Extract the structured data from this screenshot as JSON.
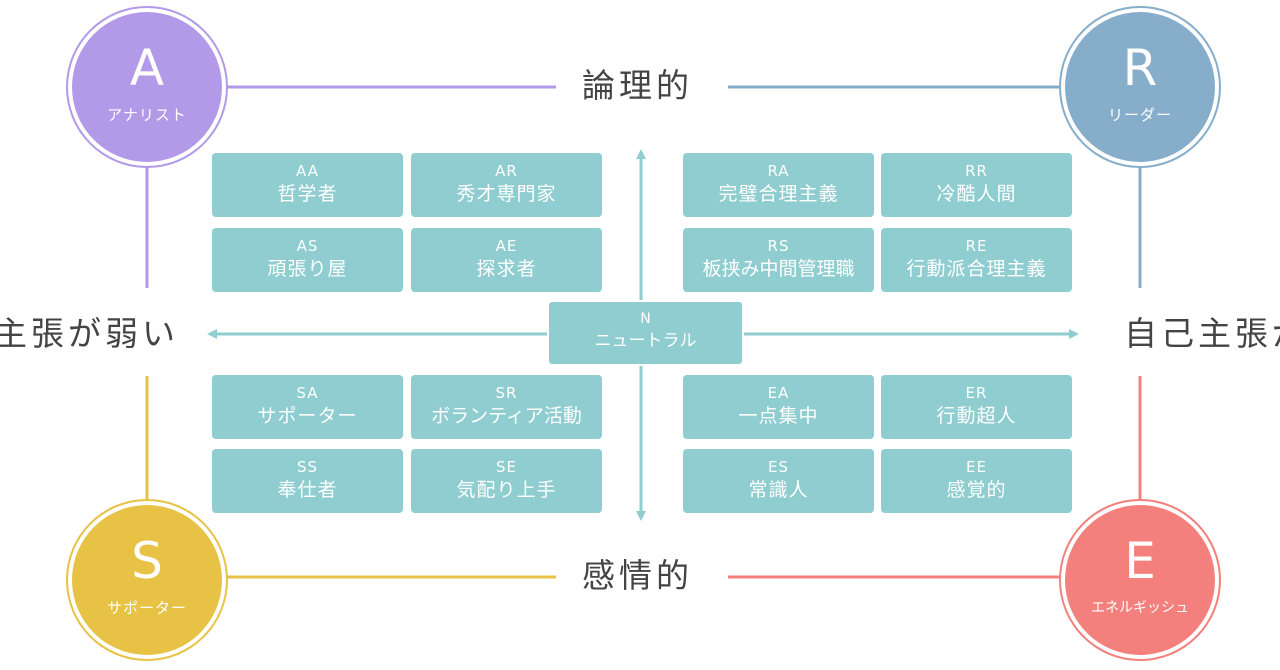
{
  "colors": {
    "analyst": "#b39ae8",
    "leader": "#86aecb",
    "supporter": "#e8c245",
    "energetic": "#f3807c",
    "box": "#8fcdd0",
    "axis_text": "#444444"
  },
  "quadrants": {
    "analyst": {
      "letter": "A",
      "label": "アナリスト"
    },
    "leader": {
      "letter": "R",
      "label": "リーダー"
    },
    "supporter": {
      "letter": "S",
      "label": "サポーター"
    },
    "energetic": {
      "letter": "E",
      "label": "エネルギッシュ"
    }
  },
  "axis_labels": {
    "top": "論理的",
    "bottom": "感情的",
    "left": "主張が弱い",
    "right": "自己主張が"
  },
  "center": {
    "code": "N",
    "label": "ニュートラル"
  },
  "types": {
    "AA": {
      "code": "AA",
      "name": "哲学者"
    },
    "AR": {
      "code": "AR",
      "name": "秀才専門家"
    },
    "AS": {
      "code": "AS",
      "name": "頑張り屋"
    },
    "AE": {
      "code": "AE",
      "name": "探求者"
    },
    "RA": {
      "code": "RA",
      "name": "完璧合理主義"
    },
    "RR": {
      "code": "RR",
      "name": "冷酷人間"
    },
    "RS": {
      "code": "RS",
      "name": "板挟み中間管理職"
    },
    "RE": {
      "code": "RE",
      "name": "行動派合理主義"
    },
    "SA": {
      "code": "SA",
      "name": "サポーター"
    },
    "SR": {
      "code": "SR",
      "name": "ボランティア活動"
    },
    "SS": {
      "code": "SS",
      "name": "奉仕者"
    },
    "SE": {
      "code": "SE",
      "name": "気配り上手"
    },
    "EA": {
      "code": "EA",
      "name": "一点集中"
    },
    "ER": {
      "code": "ER",
      "name": "行動超人"
    },
    "ES": {
      "code": "ES",
      "name": "常識人"
    },
    "EE": {
      "code": "EE",
      "name": "感覚的"
    }
  }
}
